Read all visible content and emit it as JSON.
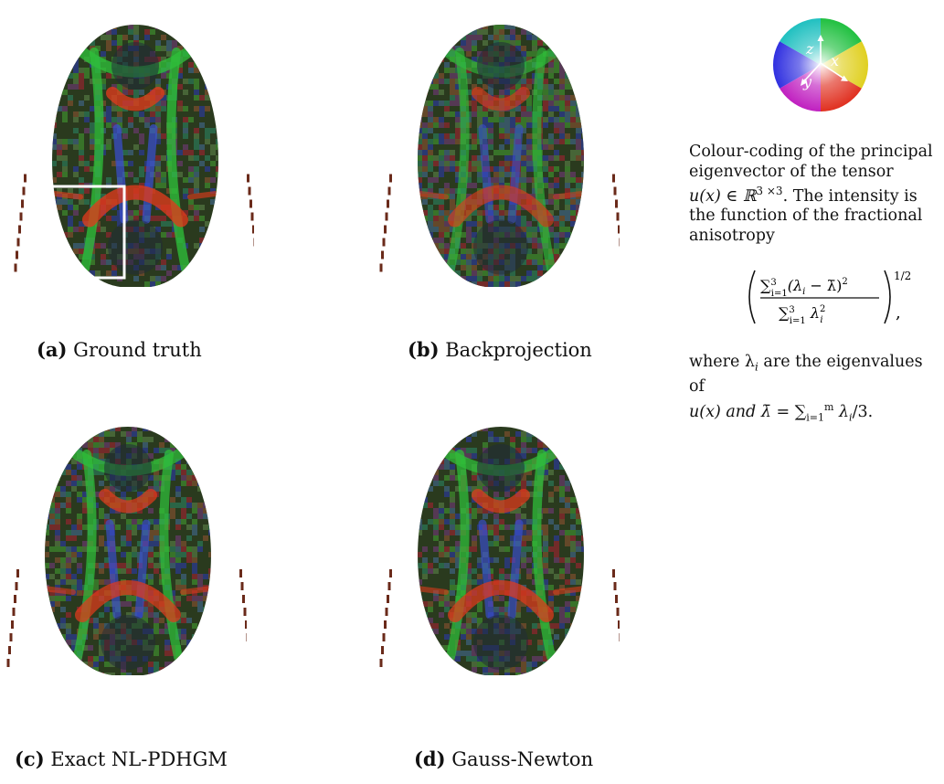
{
  "panels": [
    {
      "id": "a",
      "label": "(a)",
      "caption": "Ground truth",
      "noise": 0.45,
      "highlight_box": true
    },
    {
      "id": "b",
      "label": "(b)",
      "caption": "Backprojection",
      "noise": 0.75,
      "highlight_box": false
    },
    {
      "id": "c",
      "label": "(c)",
      "caption": "Exact NL-PDHGM",
      "noise": 0.55,
      "highlight_box": false
    },
    {
      "id": "d",
      "label": "(d)",
      "caption": "Gauss-Newton",
      "noise": 0.55,
      "highlight_box": false
    }
  ],
  "legend": {
    "axes": {
      "x": "x",
      "y": "y",
      "z": "z"
    },
    "text_1": "Colour-coding of the principal eigenvector of the tensor",
    "text_2_math": "u(x) ∈ ℝ",
    "text_2_sup": "3 ×3",
    "text_2_rest": ". The intensity is the function of the fractional anisotropy",
    "formula_suffix": ",",
    "text_3": "where λ",
    "text_3_sub": "i",
    "text_3_rest": " are the eigenvalues of",
    "text_4": "u(x) and λ̄ = ∑",
    "text_4_sub": "i=1",
    "text_4_sup": "m",
    "text_4_rest": " λ",
    "text_4_sub2": "i",
    "text_4_end": "/3."
  },
  "colors": {
    "green": "#2fbf3a",
    "red": "#e03a1c",
    "blue": "#3b4fd6",
    "background": "#ffffff"
  }
}
